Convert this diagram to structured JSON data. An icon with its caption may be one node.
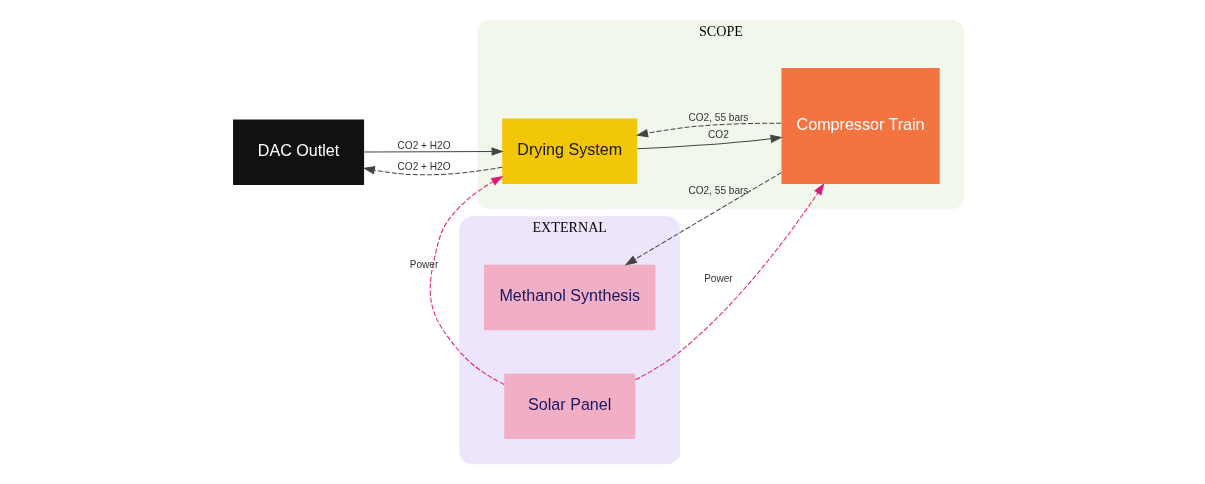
{
  "diagram": {
    "nodes": [
      {
        "text": [
          "DAC Outlet"
        ]
      },
      {
        "text": [
          "SCOPE"
        ]
      },
      {
        "text": [
          "Drying System"
        ],
        "in": 1
      },
      {
        "text": [
          "Compressor Train"
        ],
        "in": 1
      },
      {
        "text": [
          "EXTERNAL"
        ]
      },
      {
        "text": [
          "Solar Panel"
        ],
        "in": 4
      },
      {
        "text": [
          "Methanol Synthesis"
        ],
        "in": 4
      }
    ],
    "edges": [
      {
        "from": 0,
        "to": 2,
        "arrow": "to",
        "label": "CO2 + H2O"
      },
      {
        "from": 2,
        "to": 3,
        "arrow": "to",
        "label": "CO2"
      },
      {
        "from": 3,
        "to": 2,
        "arrow": "to",
        "label": "CO2, 55 bars",
        "style": "dashed"
      },
      {
        "from": 2,
        "to": 0,
        "arrow": "to",
        "label": "CO2 + H2O",
        "style": "dashed"
      },
      {
        "from": 5,
        "to": 2,
        "arrow": "to",
        "label": "Power",
        "style": "dashed",
        "color": "#e0187a"
      },
      {
        "from": 5,
        "to": 3,
        "arrow": "to",
        "label": "Power",
        "style": "dashed",
        "color": "#e0187a"
      },
      {
        "from": 3,
        "to": 6,
        "arrow": "to",
        "label": "CO2, 55 bars",
        "style": "dashed"
      }
    ]
  }
}
